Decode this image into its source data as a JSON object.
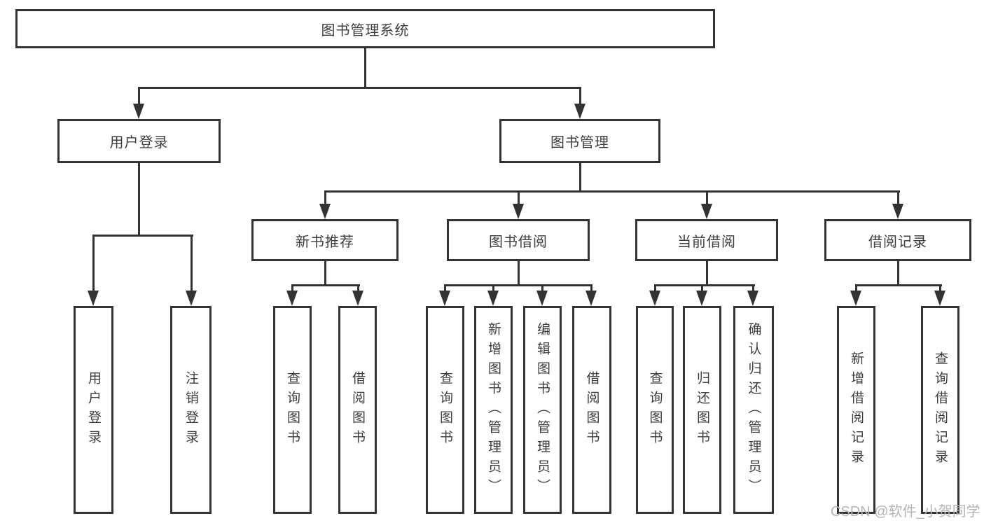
{
  "diagram": {
    "title": "图书管理系统",
    "tree": {
      "label": "图书管理系统",
      "children": [
        {
          "label": "用户登录",
          "children": [
            {
              "label": "用户登录"
            },
            {
              "label": "注销登录"
            }
          ]
        },
        {
          "label": "图书管理",
          "children": [
            {
              "label": "新书推荐",
              "children": [
                {
                  "label": "查询图书"
                },
                {
                  "label": "借阅图书"
                }
              ]
            },
            {
              "label": "图书借阅",
              "children": [
                {
                  "label": "查询图书"
                },
                {
                  "label": "新增图书（管理员）"
                },
                {
                  "label": "编辑图书（管理员）"
                },
                {
                  "label": "借阅图书"
                }
              ]
            },
            {
              "label": "当前借阅",
              "children": [
                {
                  "label": "查询图书"
                },
                {
                  "label": "归还图书"
                },
                {
                  "label": "确认归还（管理员）"
                }
              ]
            },
            {
              "label": "借阅记录",
              "children": [
                {
                  "label": "新增借阅记录"
                },
                {
                  "label": "查询借阅记录"
                }
              ]
            }
          ]
        }
      ]
    },
    "colors": {
      "line": "#333333",
      "text": "#3d3d3d",
      "background": "#ffffff",
      "watermark": "#b5b5b5"
    },
    "watermark": "CSDN @软件_小贺同学"
  }
}
